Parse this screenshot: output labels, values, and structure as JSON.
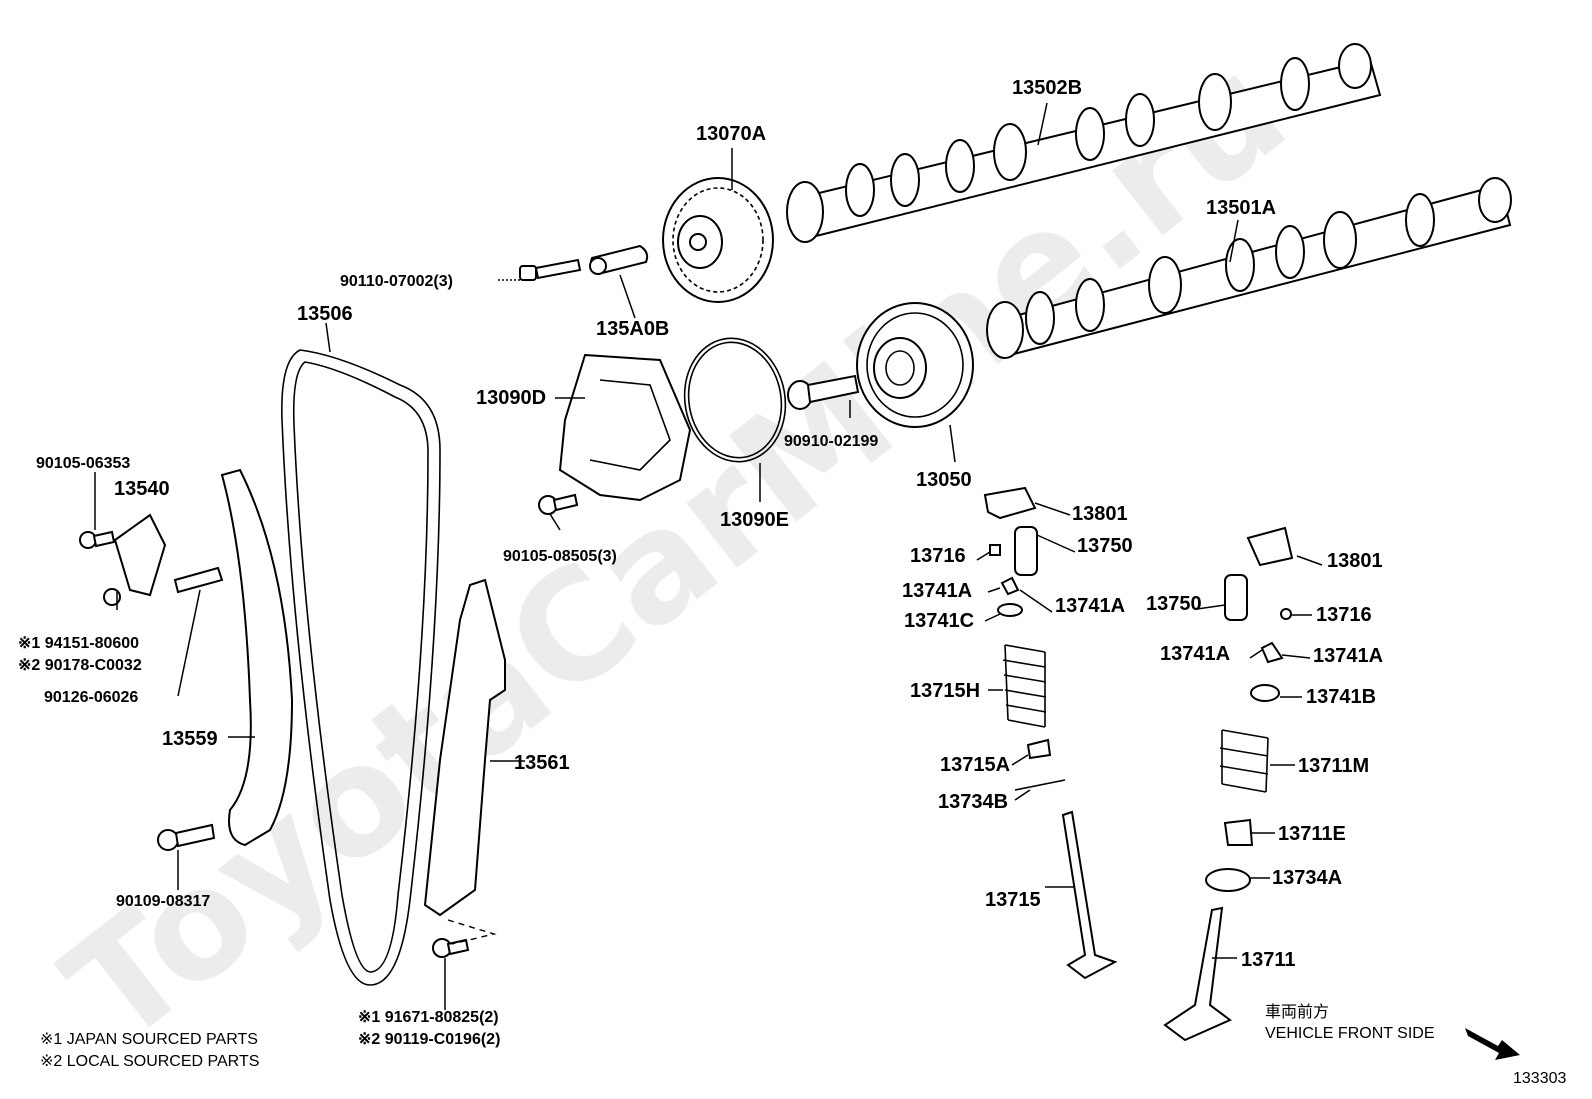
{
  "watermark": "ToyotaCarMine.ru",
  "figure_number": "133303",
  "direction": {
    "jp": "車両前方",
    "en": "VEHICLE FRONT SIDE"
  },
  "notes": [
    "※1 JAPAN SOURCED PARTS",
    "※2 LOCAL SOURCED PARTS"
  ],
  "parts": {
    "p13502B": "13502B",
    "p13501A": "13501A",
    "p13070A": "13070A",
    "p90110": "90110-07002(3)",
    "p135A0B": "135A0B",
    "p13506": "13506",
    "p13090D": "13090D",
    "p90910": "90910-02199",
    "p13050": "13050",
    "p13090E": "13090E",
    "p90105_08505": "90105-08505(3)",
    "p90105_06353": "90105-06353",
    "p13540": "13540",
    "p94151": "※1 94151-80600",
    "p90178": "※2 90178-C0032",
    "p90126": "90126-06026",
    "p13559": "13559",
    "p13561": "13561",
    "p90109": "90109-08317",
    "p91671": "※1 91671-80825(2)",
    "p90119": "※2 90119-C0196(2)",
    "p13801_a": "13801",
    "p13750_a": "13750",
    "p13716_a": "13716",
    "p13741A_a": "13741A",
    "p13741A_b": "13741A",
    "p13741C": "13741C",
    "p13715H": "13715H",
    "p13715A": "13715A",
    "p13734B": "13734B",
    "p13715": "13715",
    "p13801_b": "13801",
    "p13750_b": "13750",
    "p13716_b": "13716",
    "p13741A_c": "13741A",
    "p13741A_d": "13741A",
    "p13741B": "13741B",
    "p13711M": "13711M",
    "p13711E": "13711E",
    "p13734A": "13734A",
    "p13711": "13711"
  }
}
